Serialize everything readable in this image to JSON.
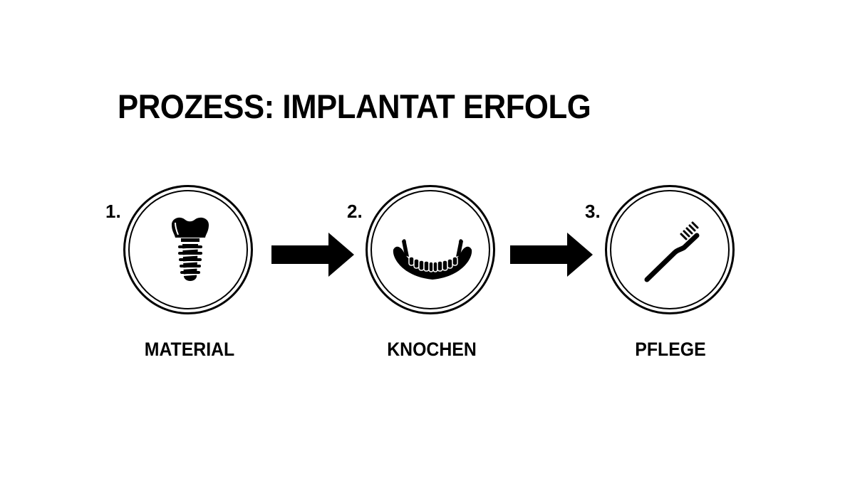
{
  "title": "PROZESS: IMPLANTAT ERFOLG",
  "steps": [
    {
      "number": "1.",
      "label": "MATERIAL",
      "icon": "dental-implant-icon"
    },
    {
      "number": "2.",
      "label": "KNOCHEN",
      "icon": "jaw-bone-icon"
    },
    {
      "number": "3.",
      "label": "PFLEGE",
      "icon": "toothbrush-icon"
    }
  ],
  "arrows": [
    "arrow-right-icon",
    "arrow-right-icon"
  ],
  "colors": {
    "foreground": "#000000",
    "background": "#ffffff"
  }
}
